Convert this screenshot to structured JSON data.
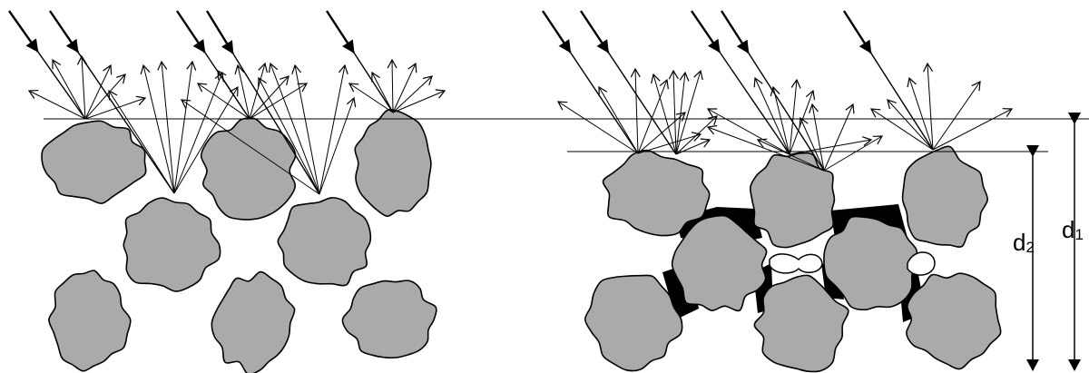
{
  "labels": {
    "d2_main": "d",
    "d2_sub": "2",
    "d1_main": "d",
    "d1_sub": "1"
  },
  "colors": {
    "particle_fill": "#aaaaaa",
    "bridge_fill": "#000000",
    "line": "#000000",
    "ray": "#000000"
  },
  "panels": [
    {
      "name": "loose-particles",
      "description_visible": false
    },
    {
      "name": "sintered-particles",
      "description_visible": false
    }
  ]
}
